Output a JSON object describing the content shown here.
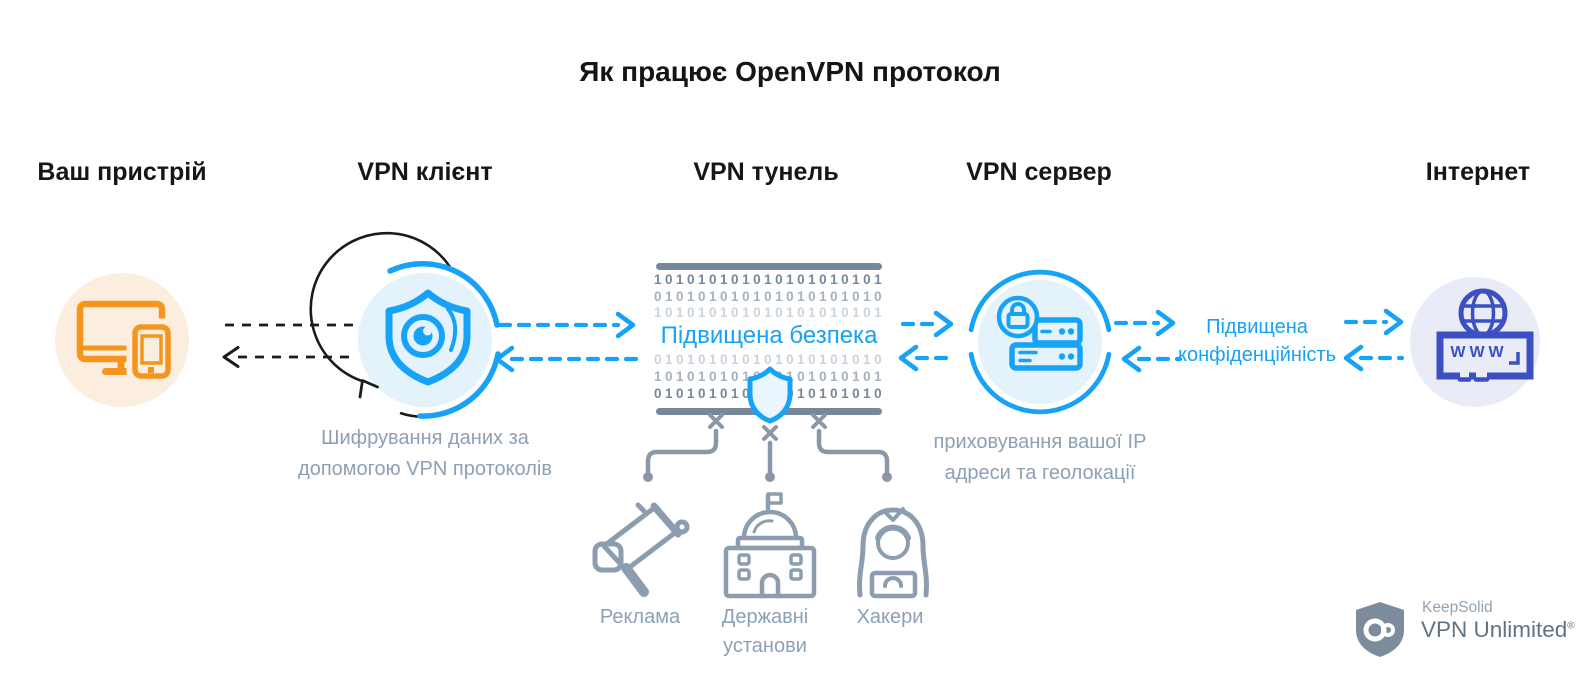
{
  "title": "Як працює OpenVPN протокол",
  "columns": [
    {
      "id": "device",
      "label": "Ваш пристрій"
    },
    {
      "id": "client",
      "label": "VPN клієнт"
    },
    {
      "id": "tunnel",
      "label": "VPN тунель"
    },
    {
      "id": "server",
      "label": "VPN сервер"
    },
    {
      "id": "internet",
      "label": "Інтернет"
    }
  ],
  "tunnel": {
    "security_label": "Підвищена безпека",
    "binary_rows": [
      "101010101010101010101",
      "010101010101010101010",
      "101010101010101010101",
      "010101010101010101010",
      "101010101010101010101",
      "010101010101010101010"
    ]
  },
  "captions": {
    "client": {
      "line1": "Шифрування даних за",
      "line2": "допомогою VPN протоколів"
    },
    "server": {
      "line1": "приховування вашої IP",
      "line2": "адреси та геолокації"
    },
    "privacy": {
      "line1": "Підвищена",
      "line2": "конфіденційність"
    }
  },
  "threats": [
    {
      "id": "ads",
      "icon": "megaphone-icon",
      "label": "Реклама"
    },
    {
      "id": "government",
      "icon": "government-building-icon",
      "label_line1": "Державні",
      "label_line2": "установи"
    },
    {
      "id": "hackers",
      "icon": "hacker-icon",
      "label": "Хакери"
    }
  ],
  "internet_box": {
    "www": "WWW"
  },
  "logo": {
    "company": "KeepSolid",
    "product": "VPN Unlimited",
    "mark": "®"
  },
  "colors": {
    "accent_blue": "#15A2F7",
    "light_blue_bg": "#E4F2FC",
    "orange": "#F5951F",
    "light_orange_bg": "#FCEEDF",
    "indigo": "#3C50C4",
    "light_indigo_bg": "#E9EBF7",
    "gray_text": "#8DA0B4",
    "gray_icon": "#8C9DAF",
    "gray_bar": "#76879C",
    "black_arrow": "#1B1B1B"
  }
}
